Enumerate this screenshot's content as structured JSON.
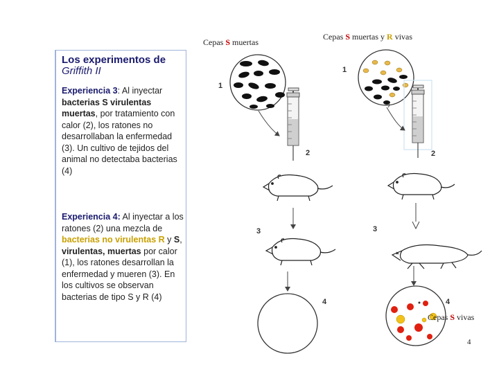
{
  "top_labels": {
    "left": {
      "pre": "Cepas ",
      "letter": "S",
      "post": " muertas"
    },
    "right": {
      "pre": "Cepas ",
      "letter1": "S",
      "mid": " muertas y ",
      "letter2": "R",
      "post": " vivas"
    }
  },
  "panel": {
    "title_main": "Los experimentos de",
    "title_sub": "Griffith II",
    "exp3": {
      "heading": "Experiencia 3",
      "t1": ": Al inyectar",
      "bold1": "bacterias S virulentas muertas",
      "t2": ", por tratamiento con calor (2), los ratones no desarrollaban la enfermedad (3). Un cultivo de tejidos del animal no detectaba bacterias (4)"
    },
    "exp4": {
      "heading": "Experiencia 4:",
      "t1": " Al inyectar a los ratones (2) una mezcla de ",
      "gold": "bacterias no virulentas R",
      "t2": " y ",
      "bold2": "S",
      "t3": ", ",
      "bold3": "virulentas, muertas",
      "t4": " por calor (1), los ratones desarrollan la enfermedad y mueren (3). En los cultivos se observan bacterias de tipo S y R (4)"
    }
  },
  "step_numbers": {
    "left": [
      "1",
      "2",
      "3",
      "4"
    ],
    "right": [
      "1",
      "2",
      "3",
      "4"
    ]
  },
  "bottom_right_label": {
    "pre": "Cepas ",
    "letter": "S",
    "post": " vivas"
  },
  "page_number": "4"
}
